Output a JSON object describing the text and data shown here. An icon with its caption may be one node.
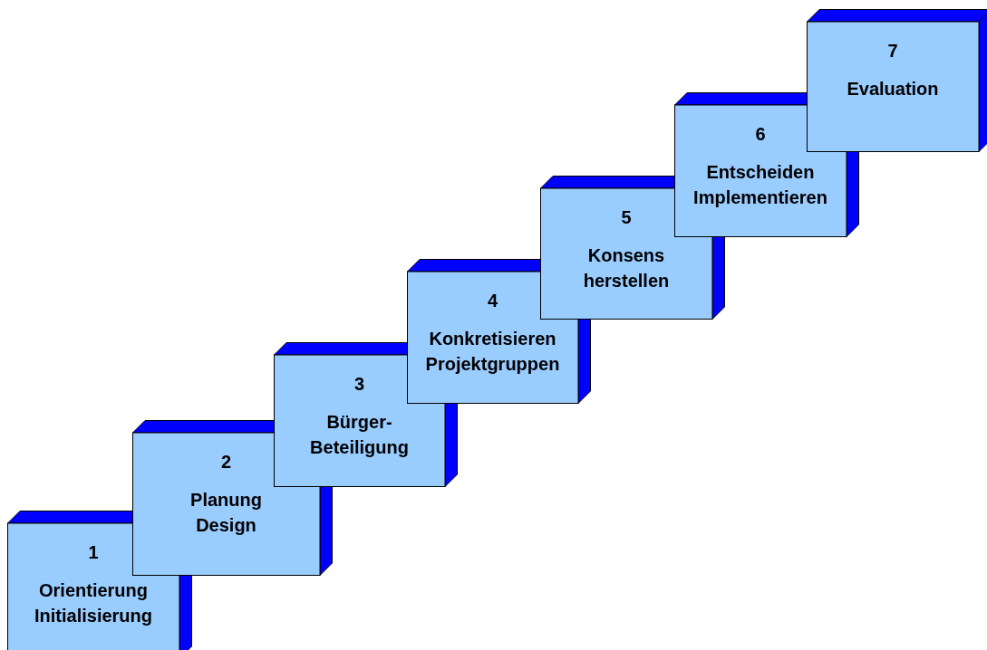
{
  "diagram": {
    "nodes": [
      {
        "text": [
          "1",
          "Orientierung Initialisierung"
        ]
      },
      {
        "text": [
          "2",
          "Planung Design"
        ]
      },
      {
        "text": [
          "3",
          "Bürger- Beteiligung"
        ]
      },
      {
        "text": [
          "4",
          "Konkretisieren Projektgruppen"
        ]
      },
      {
        "text": [
          "5",
          "Konsens herstellen"
        ]
      },
      {
        "text": [
          "6",
          "Entscheiden Implementieren"
        ]
      },
      {
        "text": [
          "7",
          "Evaluation"
        ]
      }
    ],
    "edges": []
  }
}
